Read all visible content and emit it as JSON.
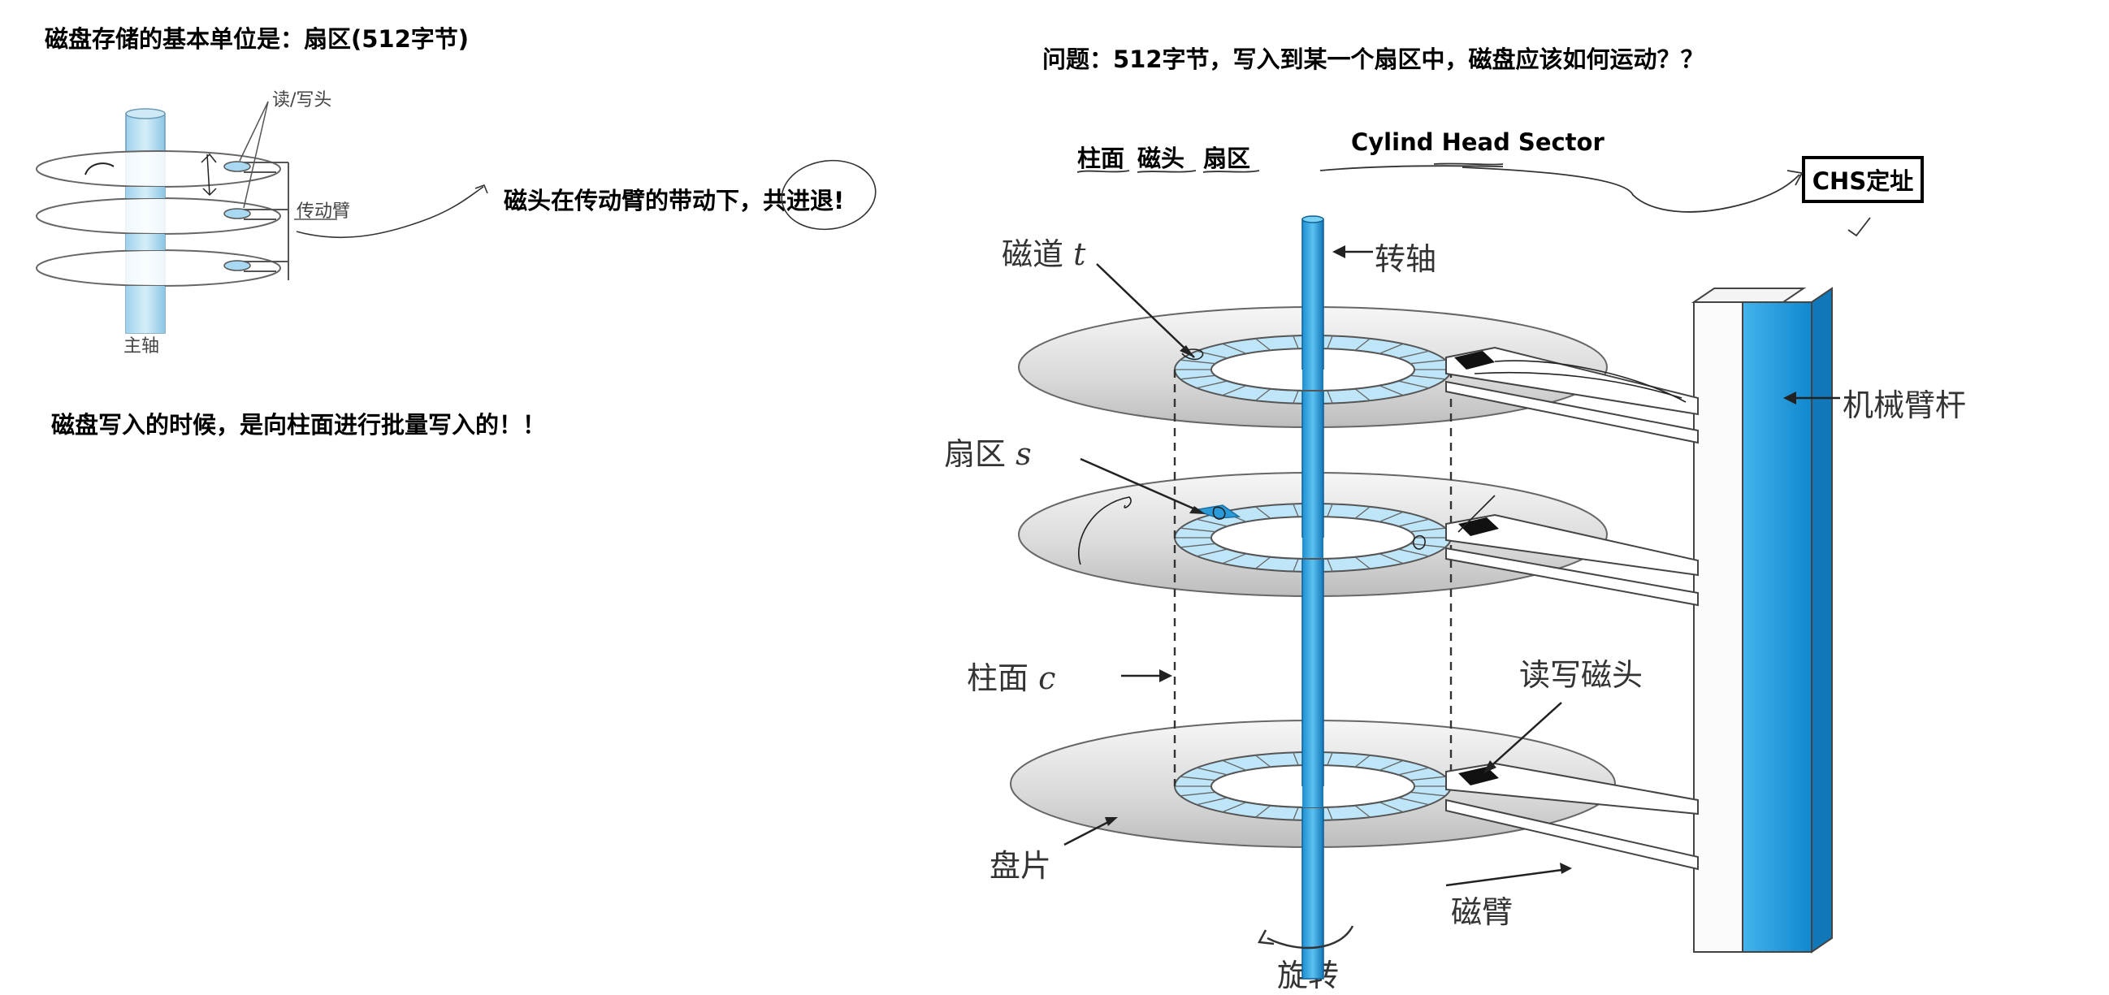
{
  "left_panel": {
    "title": "磁盘存储的基本单位是：扇区(512字节)",
    "head_label": "读/写头",
    "arm_label": "传动臂",
    "spindle_label": "主轴",
    "head_note": "磁头在传动臂的带动下，共进退!",
    "write_note": "磁盘写入的时候，是向柱面进行批量写入的！！"
  },
  "right_panel": {
    "question": "问题：512字节，写入到某一个扇区中，磁盘应该如何运动？？",
    "terms_cn": [
      "柱面",
      "磁头",
      "扇区"
    ],
    "terms_en": "Cylind Head Sector",
    "chs_label": "CHS定址"
  },
  "diagram_labels": {
    "track": "磁道",
    "track_var": "t",
    "axis": "转轴",
    "sector": "扇区",
    "sector_var": "s",
    "arm_rod": "机械臂杆",
    "cylinder": "柱面",
    "cylinder_var": "c",
    "rw_head": "读写磁头",
    "platter": "盘片",
    "disk_arm": "磁臂",
    "rotation": "旋转"
  }
}
